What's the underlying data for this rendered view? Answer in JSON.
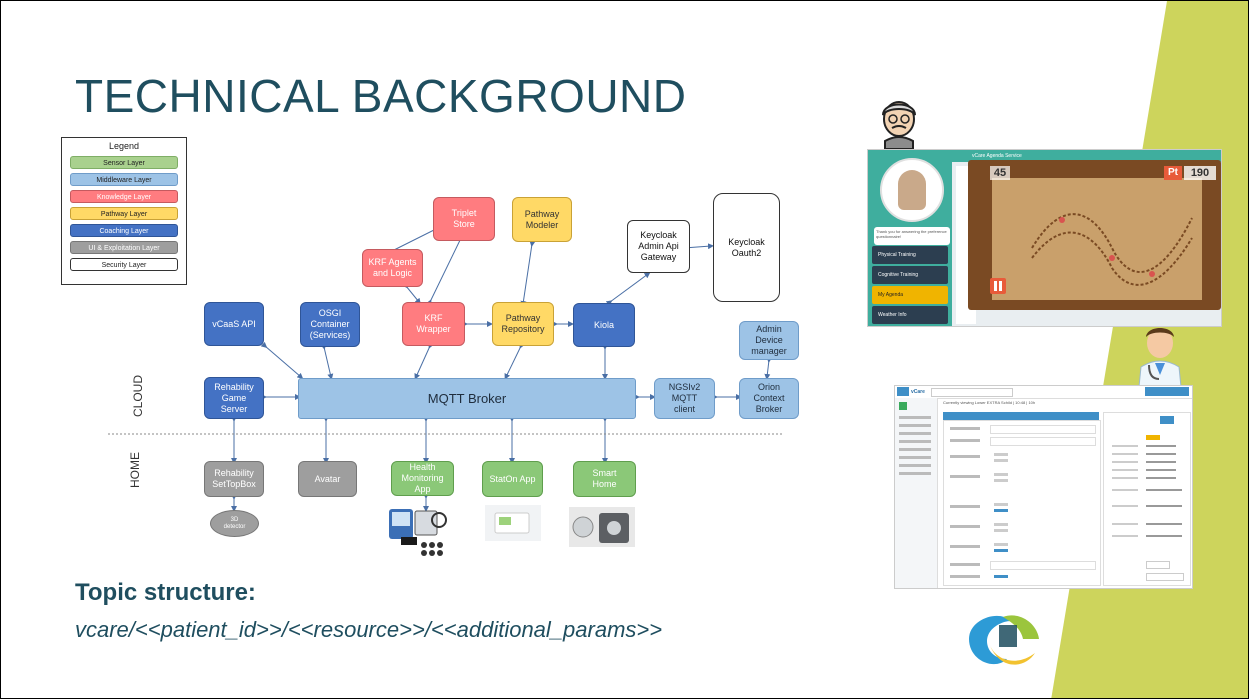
{
  "title": "TECHNICAL BACKGROUND",
  "legend": {
    "title": "Legend",
    "items": [
      {
        "label": "Sensor Layer",
        "color": "#a9d18e"
      },
      {
        "label": "Middleware Layer",
        "color": "#9dc3e6"
      },
      {
        "label": "Knowledge Layer",
        "color": "#ff7c80"
      },
      {
        "label": "Pathway Layer",
        "color": "#ffd966"
      },
      {
        "label": "Coaching Layer",
        "color": "#4472c4"
      },
      {
        "label": "UI & Exploitation Layer",
        "color": "#9e9e9e"
      },
      {
        "label": "Security Layer",
        "color": "#ffffff"
      }
    ]
  },
  "diagram": {
    "triplet_store": "Triplet\nStore",
    "pathway_modeler": "Pathway\nModeler",
    "keycloak_admin": "Keycloak\nAdmin Api\nGateway",
    "keycloak_oauth": "Keycloak\nOauth2",
    "krf_agents": "KRF Agents\nand Logic",
    "vcaas_api": "vCaaS API",
    "osgi": "OSGI\nContainer\n(Services)",
    "krf_wrapper": "KRF\nWrapper",
    "pathway_repo": "Pathway\nRepository",
    "kiola": "Kiola",
    "admin_device": "Admin\nDevice\nmanager",
    "rehab_game": "Rehability\nGame\nServer",
    "mqtt": "MQTT Broker",
    "ngsi": "NGSIv2\nMQTT\nclient",
    "orion": "Orion\nContext\nBroker",
    "rehab_stb": "Rehability\nSetTopBox",
    "avatar": "Avatar",
    "health_app": "Health\nMonitoring\nApp",
    "staton": "StatOn App",
    "smart_home": "Smart\nHome",
    "detector": "3D\ndetector",
    "cloud_label": "CLOUD",
    "home_label": "HOME"
  },
  "topic": {
    "heading": "Topic structure:",
    "path": "vcare/<<patient_id>>/<<resource>>/<<additional_params>>"
  },
  "screens": {
    "agenda": {
      "header": "vCare Agenda Service",
      "bubble": "Thank you for answering the preference questionnaire!",
      "menu": [
        "Physical Training",
        "Cognitive Training",
        "My Agenda",
        "Weather Info"
      ],
      "game_left": "45",
      "game_pt": "Pt",
      "game_right": "190"
    },
    "portal": {
      "logo": "vCare",
      "status": "Currently viewing Lower EXTRA Schild | 10:48 | 10h"
    }
  },
  "colors": {
    "title": "#1f4e5f",
    "accent_green": "#cdd45c"
  }
}
